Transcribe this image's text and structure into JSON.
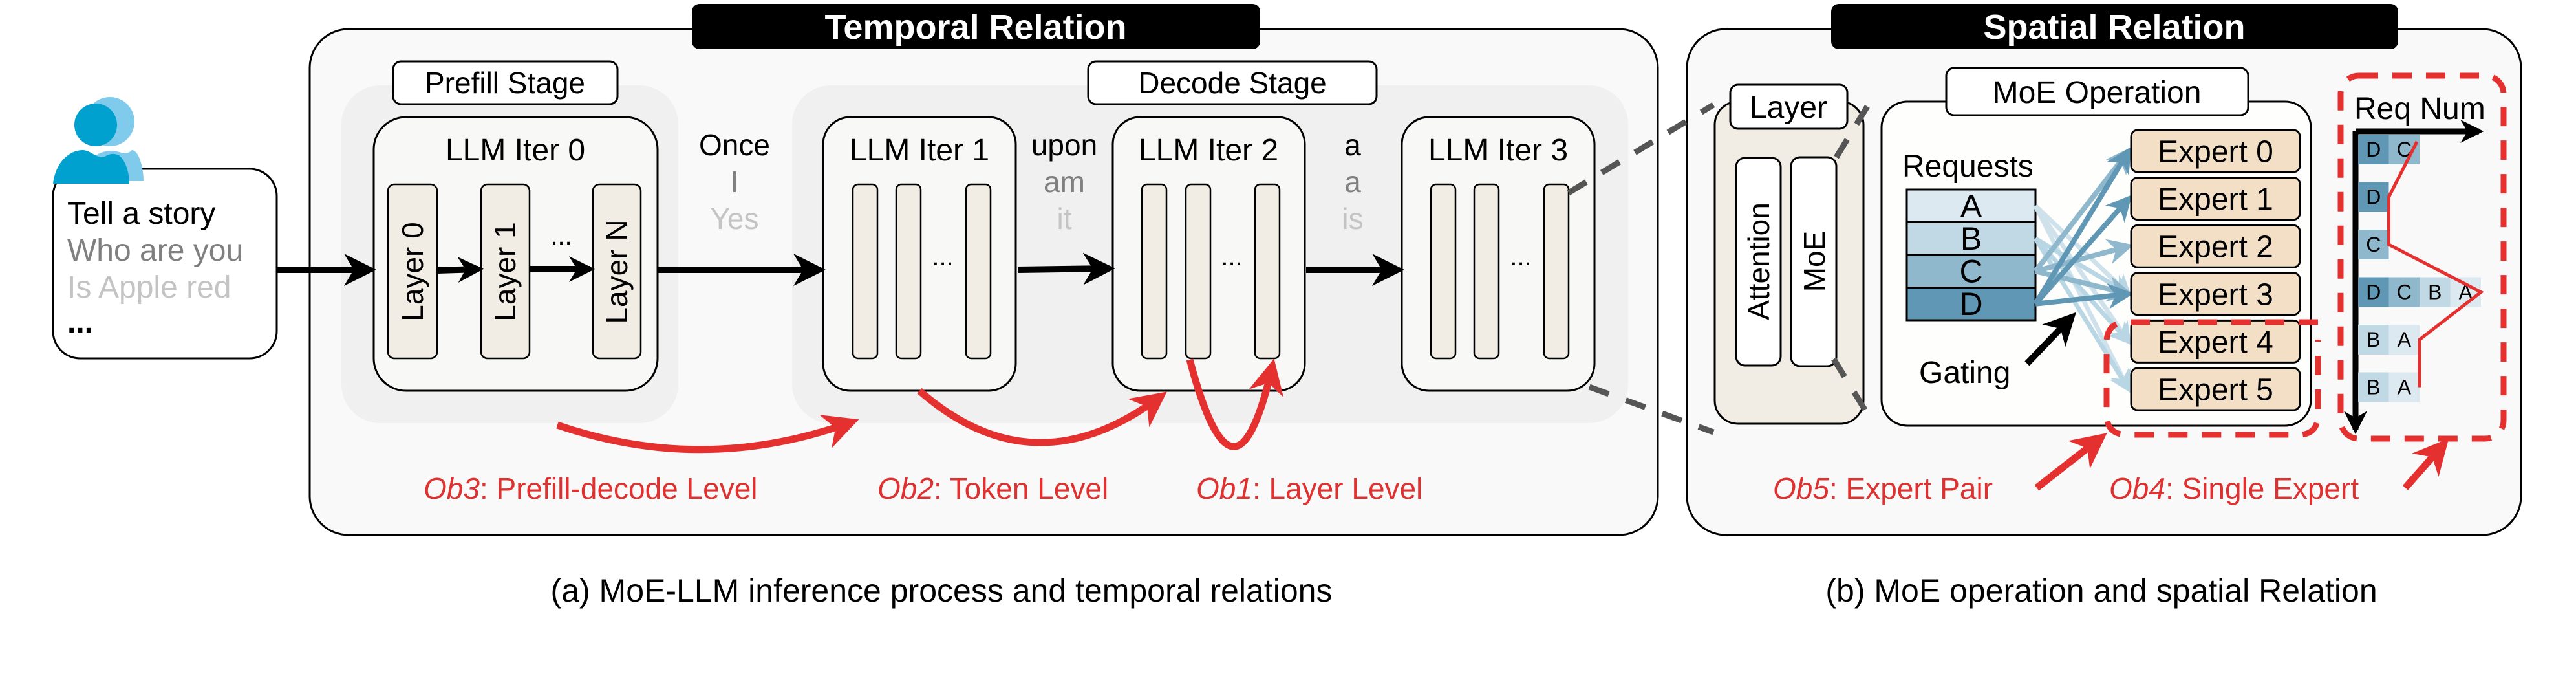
{
  "colors": {
    "accent_red": "#e53030",
    "avatar_blue": "#00a0cf",
    "avatar_light_blue": "#80cbec",
    "layer_fill": "#f1ece4",
    "expert_fill": "#f3dfc5",
    "request_A": "#dce9f0",
    "request_B": "#c0d9e4",
    "request_C": "#8fb8cd",
    "request_D": "#5f97b5"
  },
  "prompts": {
    "icon": "user-group-icon",
    "lines": [
      "Tell a story",
      "Who are you",
      "Is Apple red",
      "..."
    ]
  },
  "temporal": {
    "title": "Temporal Relation",
    "prefill_label": "Prefill Stage",
    "decode_label": "Decode Stage",
    "iter0": {
      "title": "LLM Iter 0",
      "layers": [
        "Layer 0",
        "Layer 1",
        "Layer N"
      ],
      "ellipsis": "..."
    },
    "iters": [
      {
        "title": "LLM Iter 1",
        "ellipsis": "..."
      },
      {
        "title": "LLM Iter 2",
        "ellipsis": "..."
      },
      {
        "title": "LLM Iter 3",
        "ellipsis": "..."
      }
    ],
    "tokens": [
      [
        "Once",
        "I",
        "Yes"
      ],
      [
        "upon",
        "am",
        "it"
      ],
      [
        "a",
        "a",
        "is"
      ]
    ],
    "observations": [
      {
        "id": "Ob3",
        "text": ": Prefill-decode Level"
      },
      {
        "id": "Ob2",
        "text": ": Token Level"
      },
      {
        "id": "Ob1",
        "text": ": Layer Level"
      }
    ],
    "caption": "(a) MoE-LLM inference process and temporal relations"
  },
  "spatial": {
    "title": "Spatial Relation",
    "layer_label": "Layer",
    "attention_label": "Attention",
    "moe_label": "MoE",
    "moe_op_label": "MoE Operation",
    "requests_label": "Requests",
    "requests": [
      "A",
      "B",
      "C",
      "D"
    ],
    "gating_label": "Gating",
    "experts": [
      "Expert 0",
      "Expert 1",
      "Expert 2",
      "Expert 3",
      "Expert 4",
      "Expert 5"
    ],
    "routing": {
      "A": [
        "Expert 3",
        "Expert 4",
        "Expert 5"
      ],
      "B": [
        "Expert 3",
        "Expert 4",
        "Expert 5"
      ],
      "C": [
        "Expert 0",
        "Expert 2",
        "Expert 3"
      ],
      "D": [
        "Expert 0",
        "Expert 1",
        "Expert 3"
      ]
    },
    "histogram": {
      "axis_label": "Req Num",
      "rows": [
        [
          "D",
          "C"
        ],
        [
          "D"
        ],
        [
          "C"
        ],
        [
          "D",
          "C",
          "B",
          "A"
        ],
        [
          "B",
          "A"
        ],
        [
          "B",
          "A"
        ]
      ]
    },
    "observations": [
      {
        "id": "Ob5",
        "text": ": Expert Pair"
      },
      {
        "id": "Ob4",
        "text": ": Single Expert"
      }
    ],
    "caption": "(b) MoE operation and spatial Relation"
  }
}
